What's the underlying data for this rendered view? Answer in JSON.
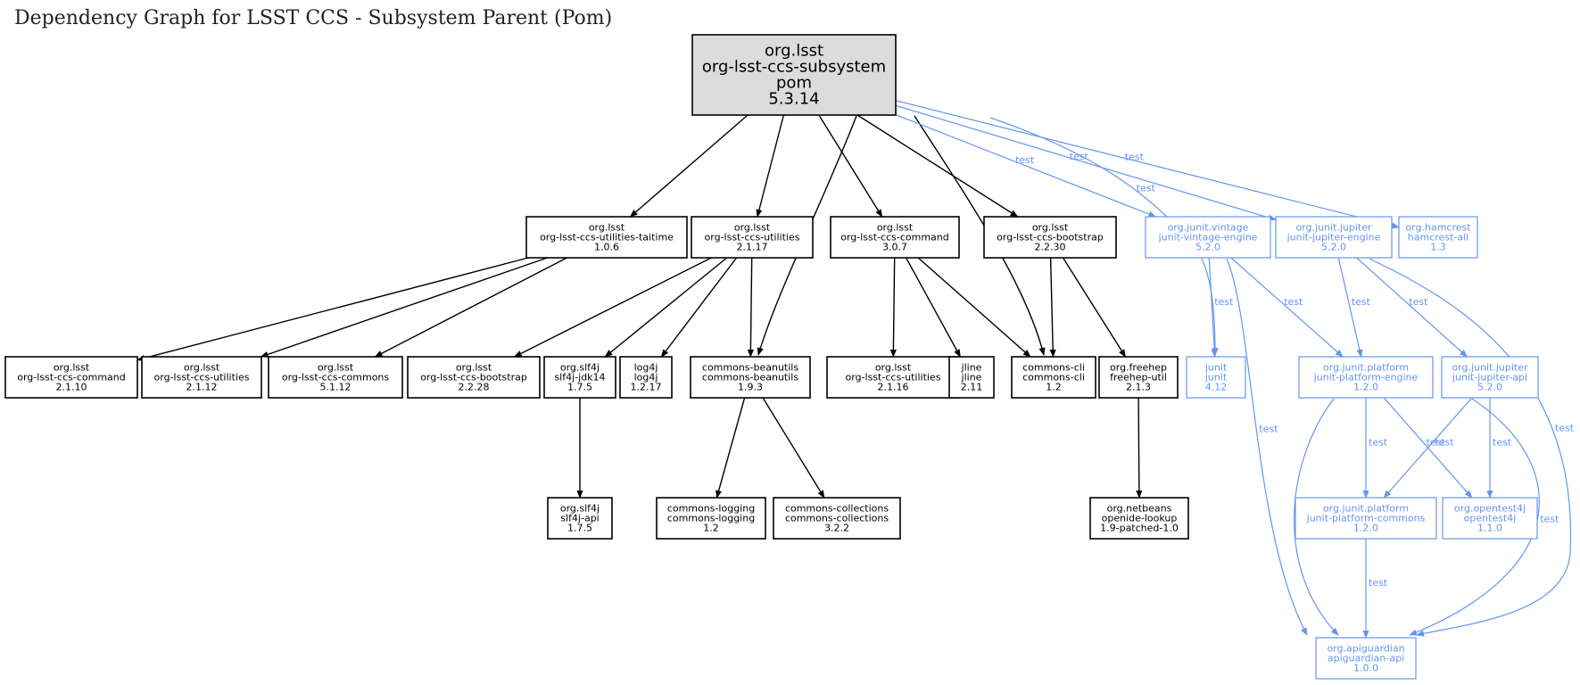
{
  "title": "Dependency Graph for LSST CCS - Subsystem Parent (Pom)",
  "colors": {
    "compile": "#000000",
    "test": "#6495ed",
    "root_fill": "#dcdcdc"
  },
  "nodes": [
    {
      "id": "root",
      "group": "org.lsst",
      "artifact": "org-lsst-ccs-subsystem",
      "type": "pom",
      "version": "5.3.14",
      "scope": "root"
    },
    {
      "id": "taitime",
      "group": "org.lsst",
      "artifact": "org-lsst-ccs-utilities-taitime",
      "version": "1.0.6",
      "scope": "compile"
    },
    {
      "id": "utilities2117",
      "group": "org.lsst",
      "artifact": "org-lsst-ccs-utilities",
      "version": "2.1.17",
      "scope": "compile"
    },
    {
      "id": "command307",
      "group": "org.lsst",
      "artifact": "org-lsst-ccs-command",
      "version": "3.0.7",
      "scope": "compile"
    },
    {
      "id": "bootstrap2230",
      "group": "org.lsst",
      "artifact": "org-lsst-ccs-bootstrap",
      "version": "2.2.30",
      "scope": "compile"
    },
    {
      "id": "vintage",
      "group": "org.junit.vintage",
      "artifact": "junit-vintage-engine",
      "version": "5.2.0",
      "scope": "test"
    },
    {
      "id": "jupiterengine",
      "group": "org.junit.jupiter",
      "artifact": "junit-jupiter-engine",
      "version": "5.2.0",
      "scope": "test"
    },
    {
      "id": "hamcrest",
      "group": "org.hamcrest",
      "artifact": "hamcrest-all",
      "version": "1.3",
      "scope": "test"
    },
    {
      "id": "command2110",
      "group": "org.lsst",
      "artifact": "org-lsst-ccs-command",
      "version": "2.1.10",
      "scope": "compile"
    },
    {
      "id": "utilities2112",
      "group": "org.lsst",
      "artifact": "org-lsst-ccs-utilities",
      "version": "2.1.12",
      "scope": "compile"
    },
    {
      "id": "commons5112",
      "group": "org.lsst",
      "artifact": "org-lsst-ccs-commons",
      "version": "5.1.12",
      "scope": "compile"
    },
    {
      "id": "bootstrap2228",
      "group": "org.lsst",
      "artifact": "org-lsst-ccs-bootstrap",
      "version": "2.2.28",
      "scope": "compile"
    },
    {
      "id": "slf4jjdk",
      "group": "org.slf4j",
      "artifact": "slf4j-jdk14",
      "version": "1.7.5",
      "scope": "compile"
    },
    {
      "id": "log4j",
      "group": "log4j",
      "artifact": "log4j",
      "version": "1.2.17",
      "scope": "compile"
    },
    {
      "id": "beanutils",
      "group": "commons-beanutils",
      "artifact": "commons-beanutils",
      "version": "1.9.3",
      "scope": "compile"
    },
    {
      "id": "utilities2116",
      "group": "org.lsst",
      "artifact": "org-lsst-ccs-utilities",
      "version": "2.1.16",
      "scope": "compile"
    },
    {
      "id": "jline",
      "group": "jline",
      "artifact": "jline",
      "version": "2.11",
      "scope": "compile"
    },
    {
      "id": "commonscli",
      "group": "commons-cli",
      "artifact": "commons-cli",
      "version": "1.2",
      "scope": "compile"
    },
    {
      "id": "freehep",
      "group": "org.freehep",
      "artifact": "freehep-util",
      "version": "2.1.3",
      "scope": "compile"
    },
    {
      "id": "junit",
      "group": "junit",
      "artifact": "junit",
      "version": "4.12",
      "scope": "test"
    },
    {
      "id": "platformengine",
      "group": "org.junit.platform",
      "artifact": "junit-platform-engine",
      "version": "1.2.0",
      "scope": "test"
    },
    {
      "id": "jupiterapi",
      "group": "org.junit.jupiter",
      "artifact": "junit-jupiter-api",
      "version": "5.2.0",
      "scope": "test"
    },
    {
      "id": "slf4japi",
      "group": "org.slf4j",
      "artifact": "slf4j-api",
      "version": "1.7.5",
      "scope": "compile"
    },
    {
      "id": "logging",
      "group": "commons-logging",
      "artifact": "commons-logging",
      "version": "1.2",
      "scope": "compile"
    },
    {
      "id": "collections",
      "group": "commons-collections",
      "artifact": "commons-collections",
      "version": "3.2.2",
      "scope": "compile"
    },
    {
      "id": "openide",
      "group": "org.netbeans",
      "artifact": "openide-lookup",
      "version": "1.9-patched-1.0",
      "scope": "compile"
    },
    {
      "id": "platformcommons",
      "group": "org.junit.platform",
      "artifact": "junit-platform-commons",
      "version": "1.2.0",
      "scope": "test"
    },
    {
      "id": "opentest4j",
      "group": "org.opentest4j",
      "artifact": "opentest4j",
      "version": "1.1.0",
      "scope": "test"
    },
    {
      "id": "apiguardian",
      "group": "org.apiguardian",
      "artifact": "apiguardian-api",
      "version": "1.0.0",
      "scope": "test"
    }
  ],
  "edges": [
    {
      "from": "root",
      "to": "taitime"
    },
    {
      "from": "root",
      "to": "utilities2117"
    },
    {
      "from": "root",
      "to": "beanutils"
    },
    {
      "from": "root",
      "to": "command307"
    },
    {
      "from": "root",
      "to": "commonscli"
    },
    {
      "from": "root",
      "to": "bootstrap2230"
    },
    {
      "from": "root",
      "to": "junit",
      "label": "test"
    },
    {
      "from": "root",
      "to": "vintage",
      "label": "test"
    },
    {
      "from": "root",
      "to": "jupiterengine",
      "label": "test"
    },
    {
      "from": "root",
      "to": "hamcrest",
      "label": "test"
    },
    {
      "from": "taitime",
      "to": "command2110"
    },
    {
      "from": "taitime",
      "to": "utilities2112"
    },
    {
      "from": "taitime",
      "to": "commons5112"
    },
    {
      "from": "utilities2117",
      "to": "bootstrap2228"
    },
    {
      "from": "utilities2117",
      "to": "slf4jjdk"
    },
    {
      "from": "utilities2117",
      "to": "log4j"
    },
    {
      "from": "utilities2117",
      "to": "beanutils"
    },
    {
      "from": "command307",
      "to": "utilities2116"
    },
    {
      "from": "command307",
      "to": "jline"
    },
    {
      "from": "command307",
      "to": "commonscli"
    },
    {
      "from": "bootstrap2230",
      "to": "commonscli"
    },
    {
      "from": "bootstrap2230",
      "to": "freehep"
    },
    {
      "from": "vintage",
      "to": "junit",
      "label": "test"
    },
    {
      "from": "vintage",
      "to": "platformengine",
      "label": "test"
    },
    {
      "from": "vintage",
      "to": "apiguardian",
      "label": "test"
    },
    {
      "from": "jupiterengine",
      "to": "platformengine",
      "label": "test"
    },
    {
      "from": "jupiterengine",
      "to": "jupiterapi",
      "label": "test"
    },
    {
      "from": "jupiterengine",
      "to": "apiguardian",
      "label": "test"
    },
    {
      "from": "slf4jjdk",
      "to": "slf4japi"
    },
    {
      "from": "beanutils",
      "to": "logging"
    },
    {
      "from": "beanutils",
      "to": "collections"
    },
    {
      "from": "freehep",
      "to": "openide"
    },
    {
      "from": "platformengine",
      "to": "platformcommons",
      "label": "test"
    },
    {
      "from": "platformengine",
      "to": "opentest4j",
      "label": "test"
    },
    {
      "from": "platformengine",
      "to": "apiguardian",
      "label": "test"
    },
    {
      "from": "jupiterapi",
      "to": "platformcommons",
      "label": "test"
    },
    {
      "from": "jupiterapi",
      "to": "opentest4j",
      "label": "test"
    },
    {
      "from": "jupiterapi",
      "to": "apiguardian",
      "label": "test"
    },
    {
      "from": "platformcommons",
      "to": "apiguardian",
      "label": "test"
    }
  ]
}
